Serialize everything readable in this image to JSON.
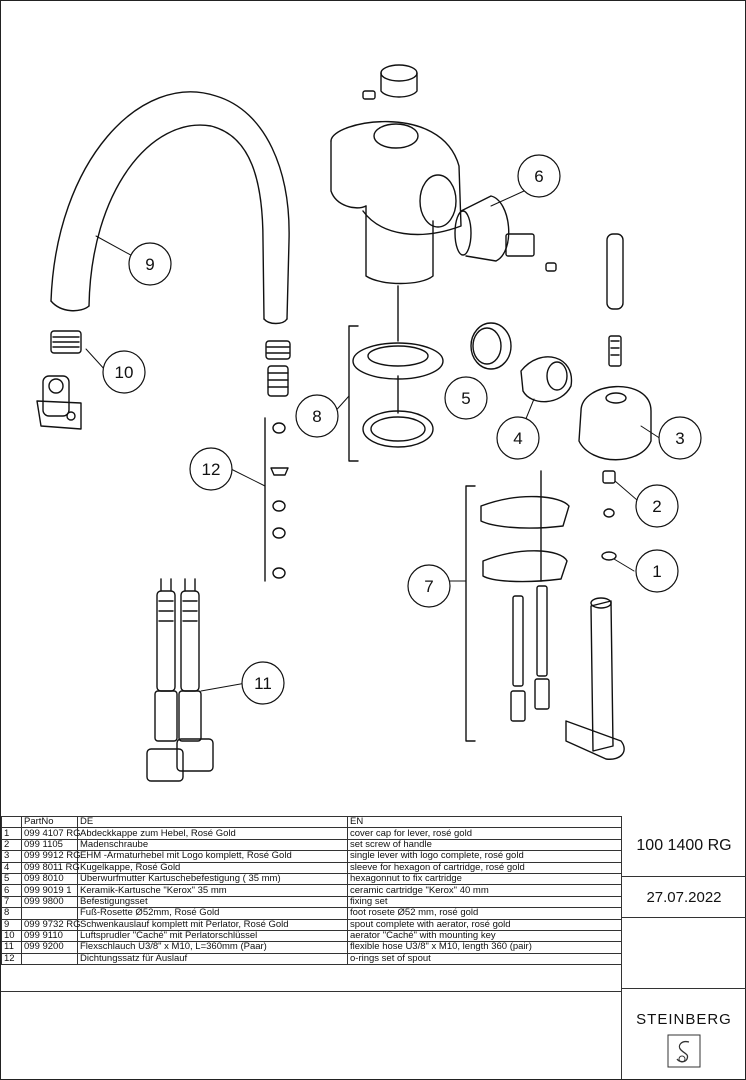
{
  "callouts": [
    "1",
    "2",
    "3",
    "4",
    "5",
    "6",
    "7",
    "8",
    "9",
    "10",
    "11",
    "12"
  ],
  "table": {
    "headers": [
      "",
      "PartNo",
      "DE",
      "EN"
    ],
    "rows": [
      [
        "1",
        "099 4107 RG",
        "Abdeckkappe zum Hebel, Rosé Gold",
        "cover cap for lever, rosé gold"
      ],
      [
        "2",
        "099 1105",
        "Madenschraube",
        "set screw of handle"
      ],
      [
        "3",
        "099 9912 RG",
        "EHM -Armaturhebel mit Logo komplett, Rosé Gold",
        "single lever with logo complete, rosé gold"
      ],
      [
        "4",
        "099 8011 RG",
        "Kugelkappe, Rosé Gold",
        "sleeve for hexagon of cartridge, rosé gold"
      ],
      [
        "5",
        "099 8010",
        "Überwurfmutter Kartuschebefestigung ( 35 mm)",
        "hexagonnut to fix cartridge"
      ],
      [
        "6",
        "099 9019 1",
        "Keramik-Kartusche \"Kerox\"  35 mm",
        "ceramic cartridge \"Kerox\"  40 mm"
      ],
      [
        "7",
        "099 9800",
        "Befestigungsset",
        "fixing set"
      ],
      [
        "8",
        "",
        "Fuß-Rosette Ø52mm, Rosé Gold",
        "foot rosete Ø52 mm, rosé gold"
      ],
      [
        "9",
        "099 9732 RG",
        "Schwenkauslauf komplett mit Perlator, Rosé Gold",
        "spout complete with aerator, rosé gold"
      ],
      [
        "10",
        "099 9110",
        "Luftsprudler \"Caché\" mit Perlatorschlüssel",
        "aerator \"Caché\" with mounting key"
      ],
      [
        "11",
        "099 9200",
        "Flexschlauch Ü3/8\" x M10, L=360mm (Paar)",
        "flexible hose Ü3/8\" x M10, length 360 (pair)"
      ],
      [
        "12",
        "",
        "Dichtungssatz für Auslauf",
        "o-rings set of spout"
      ]
    ]
  },
  "title_block": {
    "article_no": "100 1400 RG",
    "date": "27.07.2022",
    "brand": "STEINBERG"
  }
}
